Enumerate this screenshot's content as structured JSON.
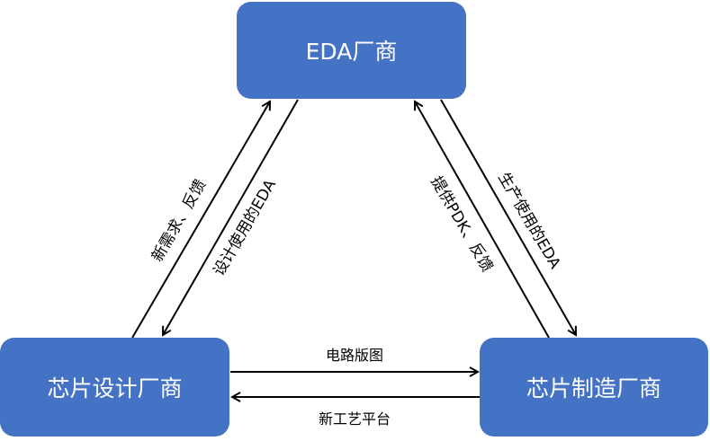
{
  "nodes": {
    "eda_vendor": "EDA厂商",
    "chip_design": "芯片设计厂商",
    "chip_fab": "芯片制造厂商"
  },
  "edges": {
    "design_to_eda": "新需求、反馈",
    "eda_to_design": "设计使用的EDA",
    "fab_to_eda": "提供PDK、反馈",
    "eda_to_fab": "生产使用的EDA",
    "design_to_fab": "电路版图",
    "fab_to_design": "新工艺平台"
  },
  "colors": {
    "node_fill": "#4472C4",
    "arrow": "#000000"
  }
}
